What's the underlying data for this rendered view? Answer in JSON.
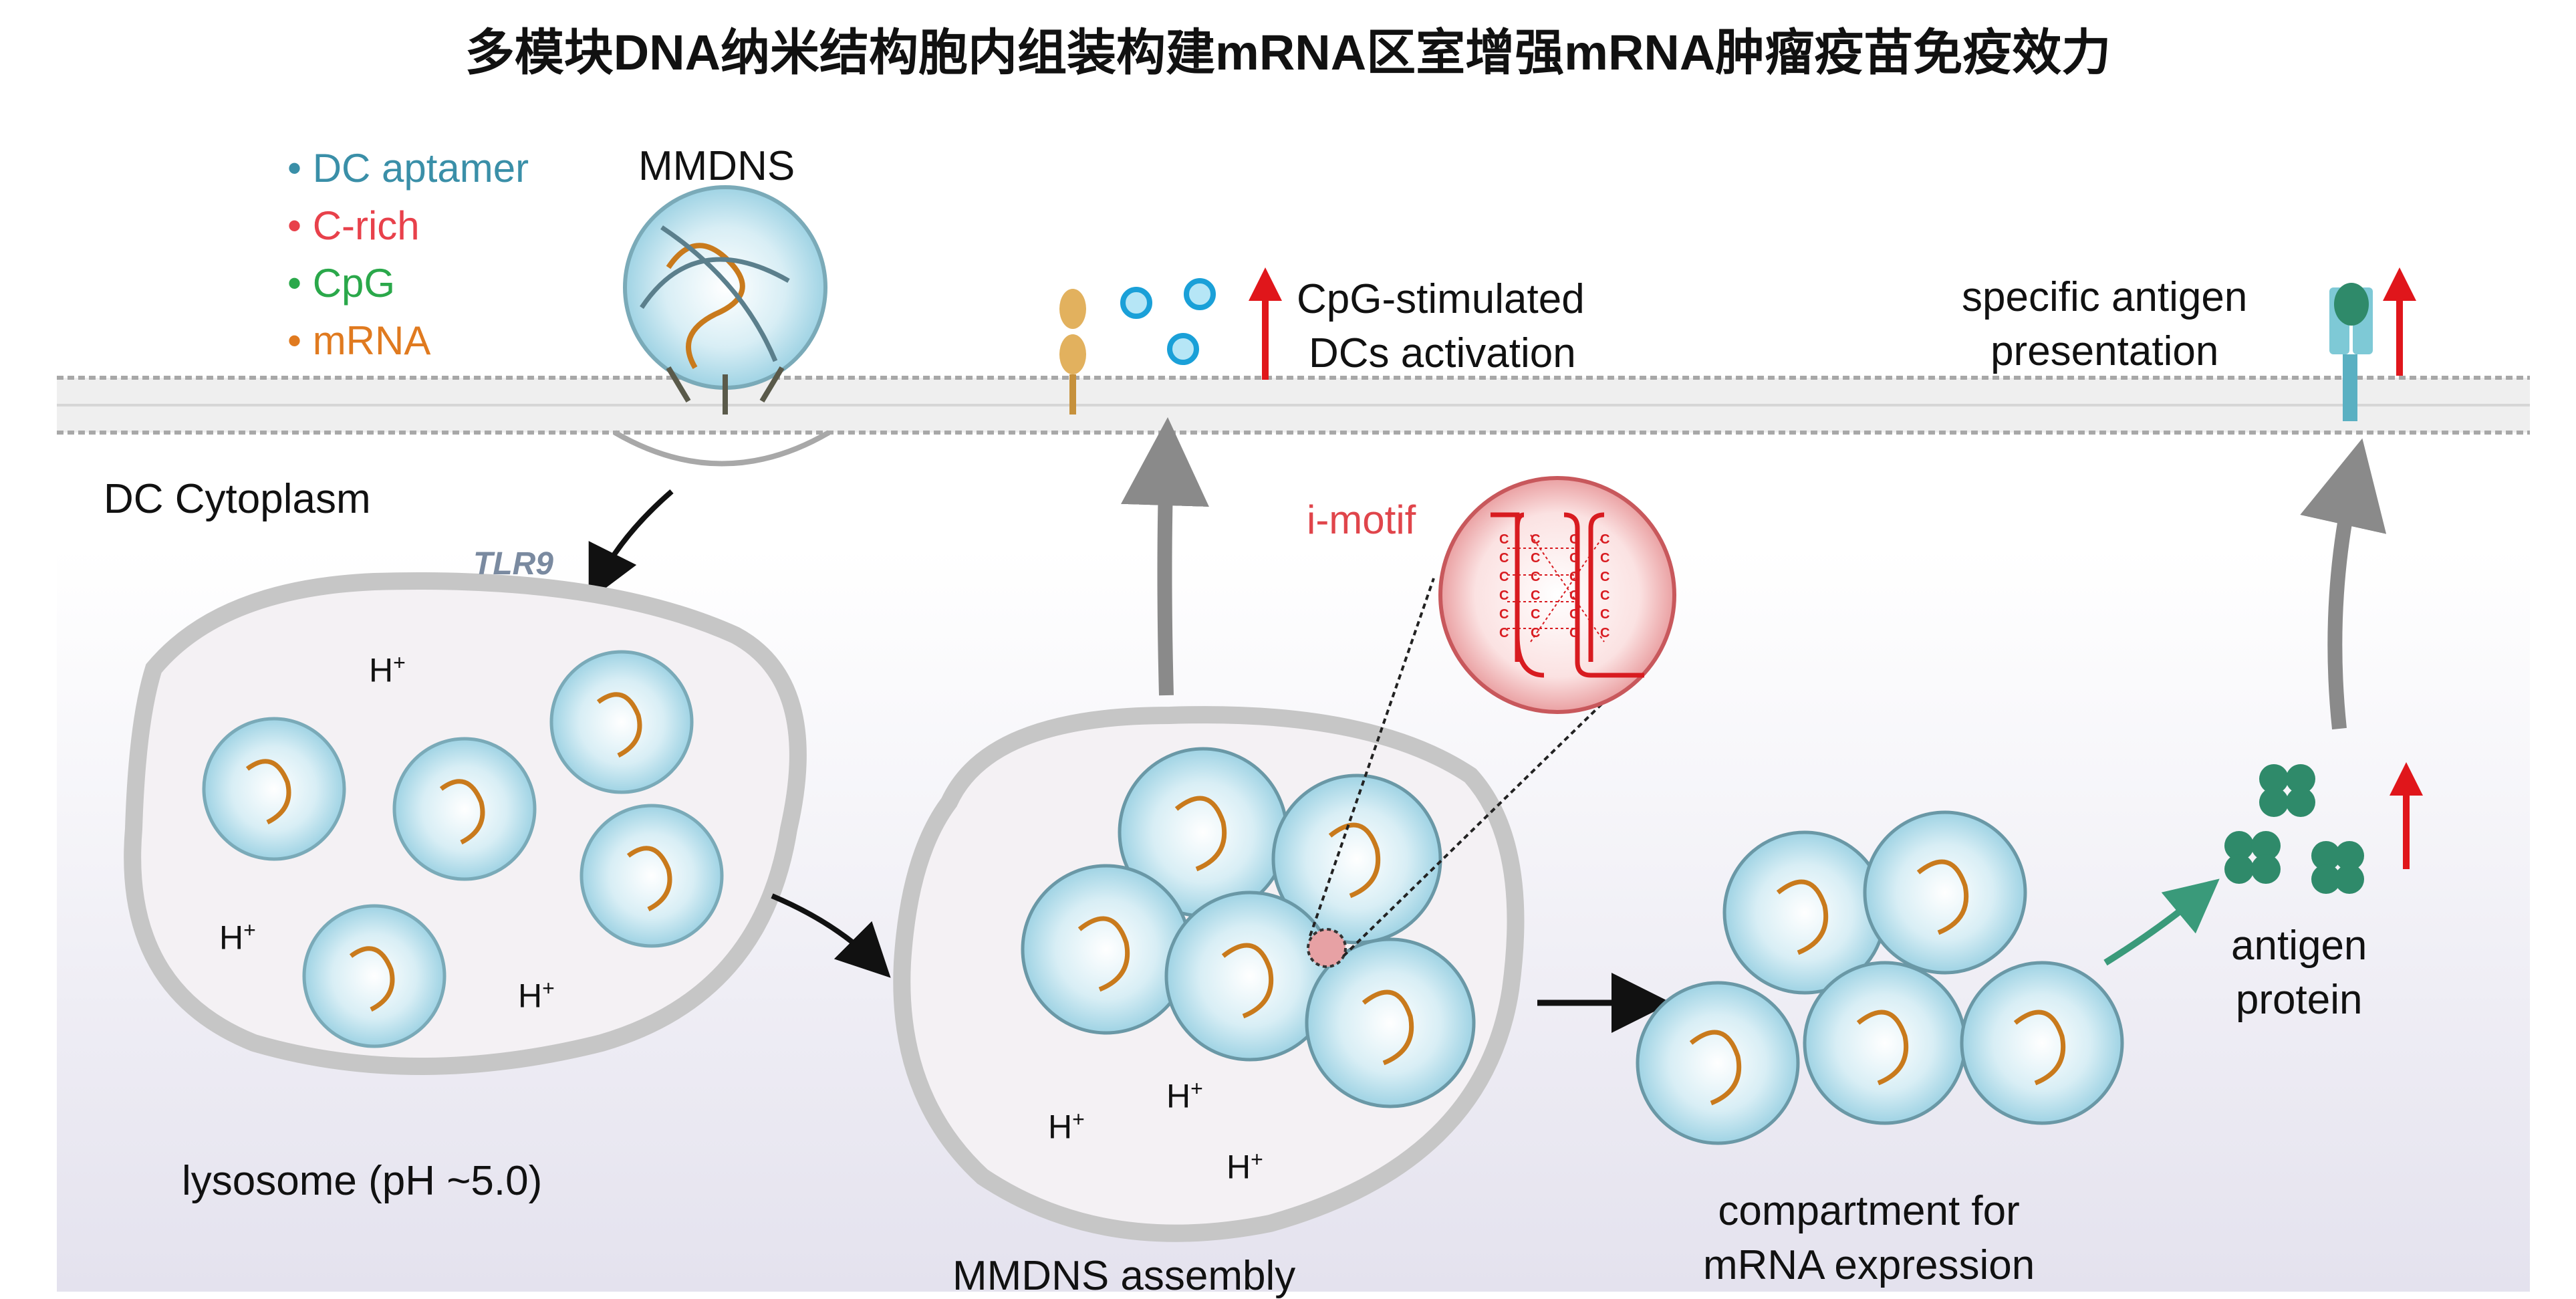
{
  "title": "多模块DNA纳米结构胞内组装构建mRNA区室增强mRNA肿瘤疫苗免疫效力",
  "legend": [
    {
      "label": "DC aptamer",
      "color": "#3a8fa8"
    },
    {
      "label": "C-rich",
      "color": "#e8414b"
    },
    {
      "label": "CpG",
      "color": "#2aa84a"
    },
    {
      "label": "mRNA",
      "color": "#e07a1f"
    }
  ],
  "labels": {
    "mmdns": "MMDNS",
    "cpg_activation_l1": "CpG-stimulated",
    "cpg_activation_l2": "DCs activation",
    "antigen_presentation_l1": "specific antigen",
    "antigen_presentation_l2": "presentation",
    "dc_cytoplasm": "DC Cytoplasm",
    "tlr9": "TLR9",
    "i_motif": "i-motif",
    "lysosome": "lysosome (pH ~5.0)",
    "mmdns_assembly": "MMDNS assembly",
    "compartment_l1": "compartment for",
    "compartment_l2": "mRNA expression",
    "antigen_protein_l1": "antigen",
    "antigen_protein_l2": "protein",
    "h_plus": "H",
    "h_plus_sup": "+"
  },
  "imotif_letter": "C",
  "colors": {
    "membrane": "#bfbfbf",
    "lysosome_fill": "#f4f1f4",
    "particle": "#bfe3ee",
    "red_arrow": "#e0161b",
    "receptor": "#5a8fc4",
    "antigen": "#2f8a6a",
    "i_motif": "#e0161b"
  }
}
